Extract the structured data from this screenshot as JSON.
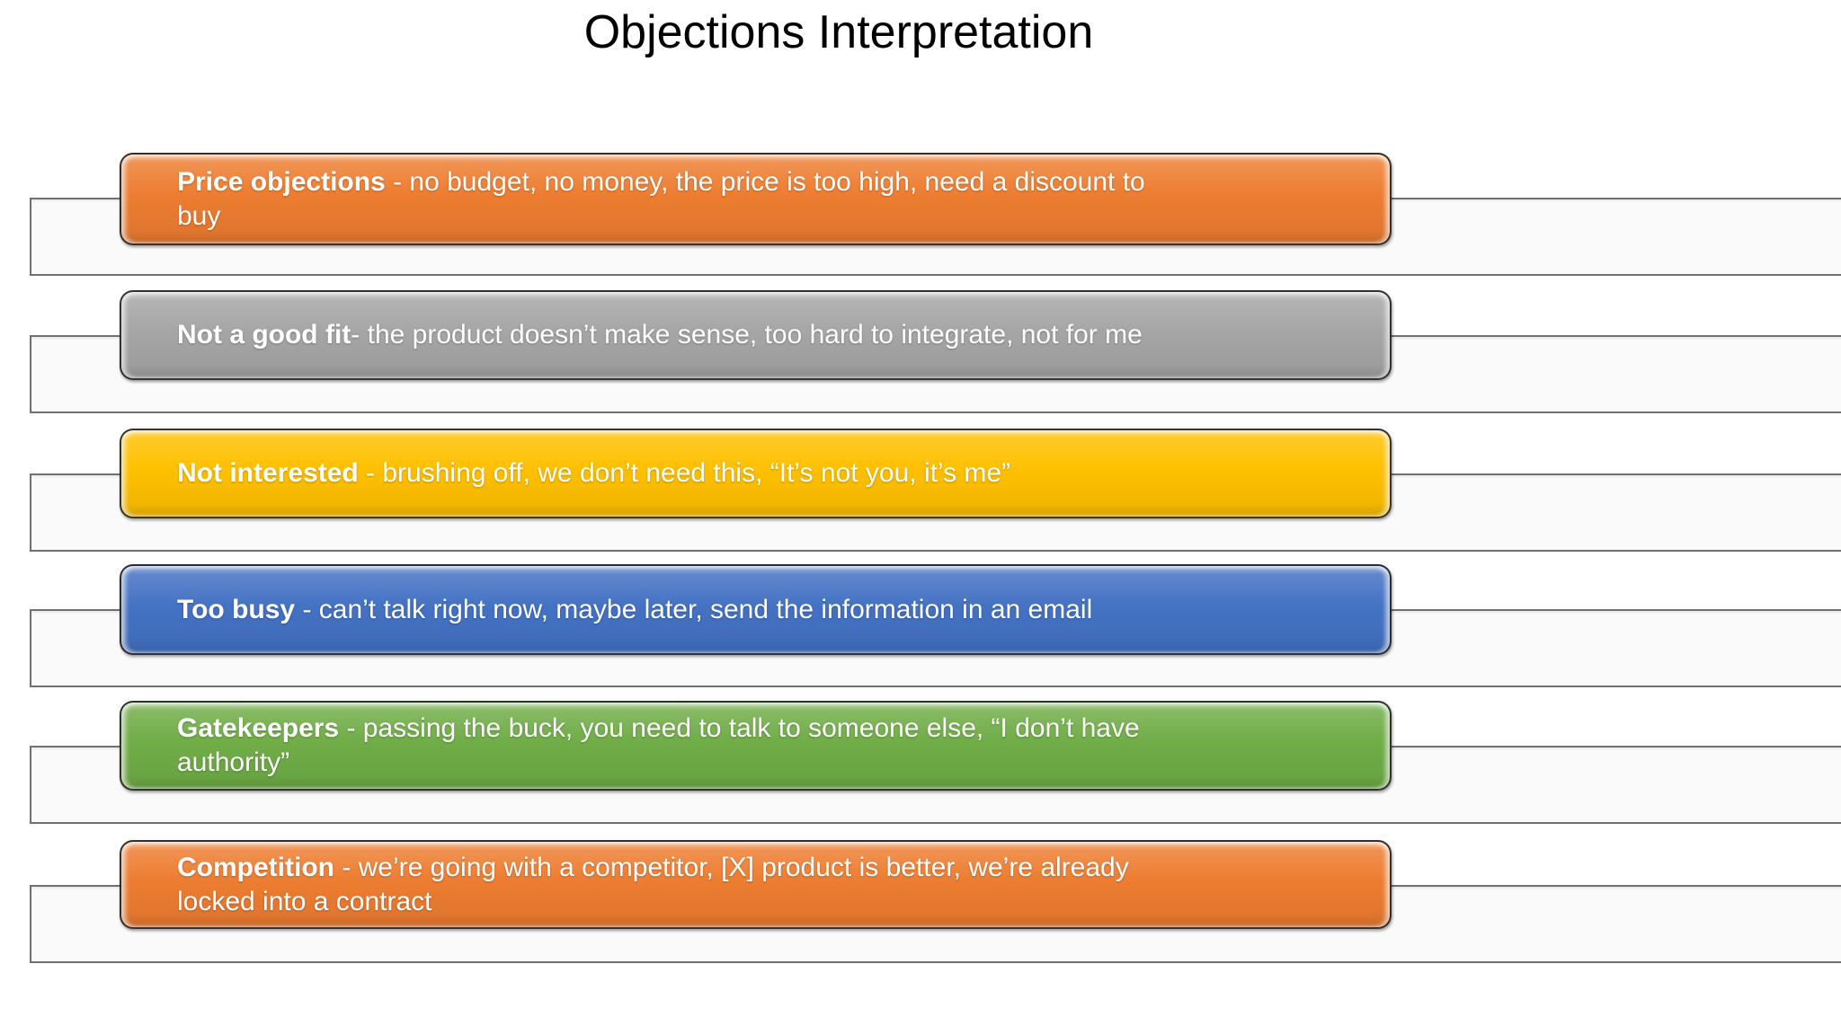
{
  "title": "Objections Interpretation",
  "rows": [
    {
      "label": "Price objections",
      "separator": " - ",
      "text": "no budget, no money, the price is too high, need a discount to\nbuy",
      "color": "#ED7D31"
    },
    {
      "label": "Not a good fit",
      "separator": "- ",
      "text": "the product doesn’t make sense, too hard to integrate, not for me",
      "color": "#A6A6A6"
    },
    {
      "label": "Not interested",
      "separator": " - ",
      "text": "brushing off, we don’t need this, “It’s not you, it’s me”",
      "color": "#FFC000"
    },
    {
      "label": "Too busy",
      "separator": " - ",
      "text": "can’t talk right now, maybe later, send the information in an email",
      "color": "#4472C4"
    },
    {
      "label": "Gatekeepers",
      "separator": " - ",
      "text": "passing the buck, you need to talk to someone else, “I don’t have\nauthority”",
      "color": "#70AD47"
    },
    {
      "label": "Competition",
      "separator": " - ",
      "text": "we’re going with a competitor, [X] product is better, we’re already\nlocked into a contract",
      "color": "#ED7D31"
    }
  ],
  "colors": {
    "band_background": "#FBFAFB",
    "band_border": "#707070",
    "bar_outline": "#282828",
    "bar_text": "#FFFFFF",
    "title_text": "#000000"
  }
}
